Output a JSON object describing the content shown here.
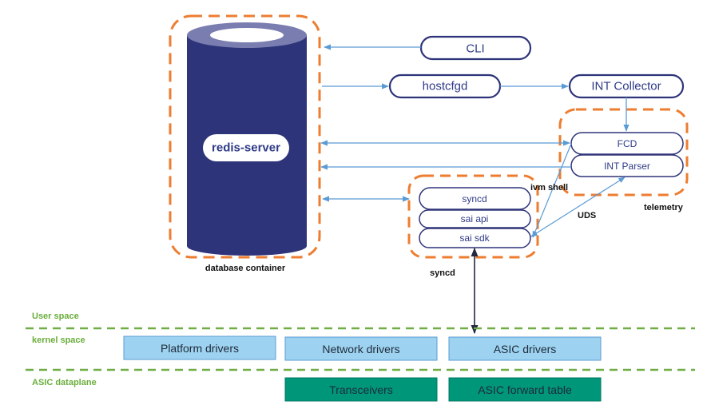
{
  "diagram": {
    "database_container": {
      "label": "database container",
      "server": "redis-server"
    },
    "nodes": {
      "cli": "CLI",
      "hostcfgd": "hostcfgd",
      "int_collector": "INT Collector"
    },
    "telemetry": {
      "label": "telemetry",
      "items": [
        "FCD",
        "INT Parser"
      ]
    },
    "syncd": {
      "label": "syncd",
      "items": [
        "syncd",
        "sai api",
        "sai sdk"
      ]
    },
    "edge_labels": {
      "ivm_shell": "ivm shell",
      "uds": "UDS"
    },
    "layers": {
      "user_space": "User space",
      "kernel_space": "kernel space",
      "asic_dataplane": "ASIC dataplane"
    },
    "kernel_drivers": [
      "Platform drivers",
      "Network drivers",
      "ASIC drivers"
    ],
    "dataplane_blocks": [
      "Transceivers",
      "ASIC forward table"
    ],
    "colors": {
      "container_border": "#ed7d31",
      "db_body": "#2e3479",
      "db_top": "#7a7db0",
      "pill_border": "#2e3479",
      "arrow": "#5b9bd5",
      "layer_line": "#70ad47",
      "driver_fill": "#9dd3f0",
      "dataplane_fill": "#00967a"
    }
  }
}
